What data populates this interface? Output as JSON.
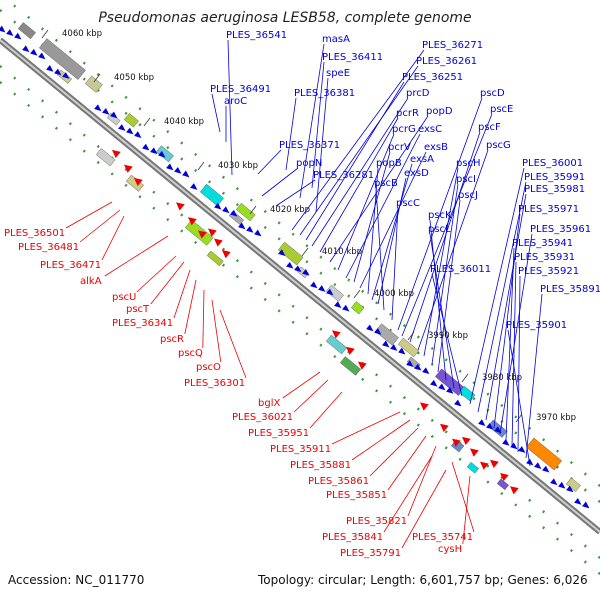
{
  "title": "Pseudomonas aeruginosa LESB58, complete genome",
  "accession": "Accession: NC_011770",
  "topology": "Topology: circular; Length: 6,601,757 bp; Genes: 6,026",
  "colors": {
    "forward": "#0000dd",
    "reverse": "#ee0000",
    "backbone": "#888888",
    "dots": "#3a9a3a"
  },
  "scale_ticks": [
    "4060 kbp",
    "4050 kbp",
    "4040 kbp",
    "4030 kbp",
    "4020 kbp",
    "4010 kbp",
    "4000 kbp",
    "3990 kbp",
    "3980 kbp",
    "3970 kbp"
  ],
  "forward_labels": [
    "PLES_36541",
    "masA",
    "PLES_36411",
    "speE",
    "PLES_36491",
    "aroC",
    "PLES_36381",
    "PLES_36271",
    "PLES_36261",
    "PLES_36251",
    "prcD",
    "pcrR",
    "popD",
    "pcrG",
    "exsC",
    "pcrV",
    "exsB",
    "popB",
    "exsA",
    "PLES_36371",
    "popN",
    "PLES_36281",
    "exsD",
    "pscB",
    "pscC",
    "pscD",
    "pscE",
    "pscF",
    "pscG",
    "pscH",
    "pscI",
    "pscJ",
    "pscK",
    "pscL",
    "PLES_36011",
    "PLES_36001",
    "PLES_35991",
    "PLES_35981",
    "PLES_35971",
    "PLES_35961",
    "PLES_35941",
    "PLES_35931",
    "PLES_35921",
    "PLES_35891",
    "PLES_35901"
  ],
  "reverse_labels": [
    "PLES_36501",
    "PLES_36481",
    "PLES_36471",
    "alkA",
    "pscU",
    "pscT",
    "PLES_36341",
    "pscR",
    "pscQ",
    "pscO",
    "PLES_36301",
    "bglX",
    "PLES_36021",
    "PLES_35951",
    "PLES_35911",
    "PLES_35881",
    "PLES_35861",
    "PLES_35851",
    "PLES_35821",
    "PLES_35841",
    "PLES_35741",
    "PLES_35791",
    "cysH"
  ]
}
